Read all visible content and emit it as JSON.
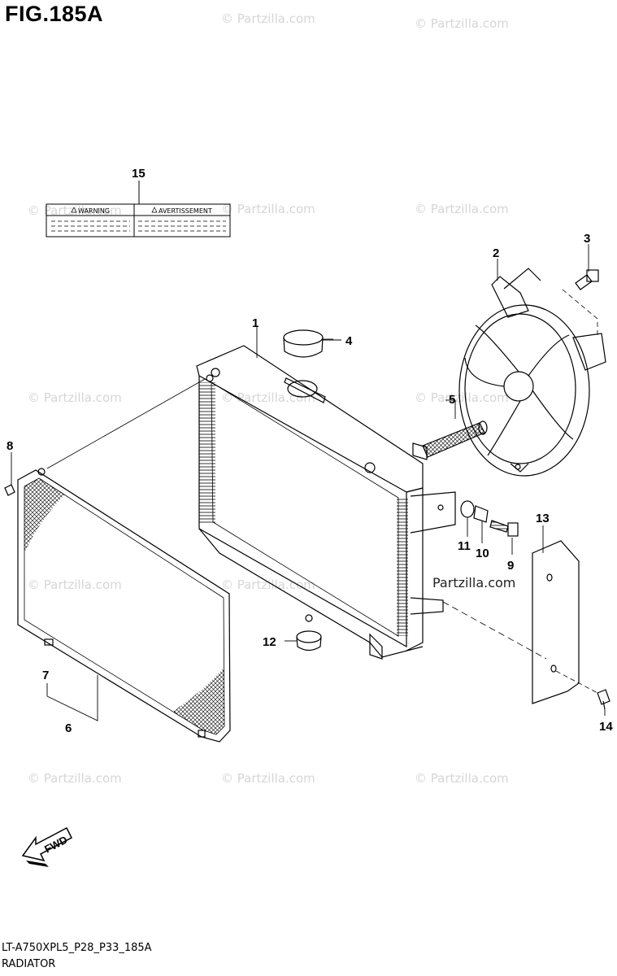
{
  "figure": {
    "title": "FIG.185A",
    "code": "LT-A750XPL5_P28_P33_185A",
    "name": "RADIATOR"
  },
  "watermark": "© Partzilla.com",
  "watermark_main": "Partzilla.com",
  "label": {
    "warning": "WARNING",
    "avertissement": "AVERTISSEMENT"
  },
  "fwd": "FWD",
  "callouts": [
    "1",
    "2",
    "3",
    "4",
    "5",
    "6",
    "7",
    "8",
    "9",
    "10",
    "11",
    "12",
    "13",
    "14",
    "15"
  ],
  "colors": {
    "line": "#000000",
    "watermark": "#d6d6d6"
  }
}
